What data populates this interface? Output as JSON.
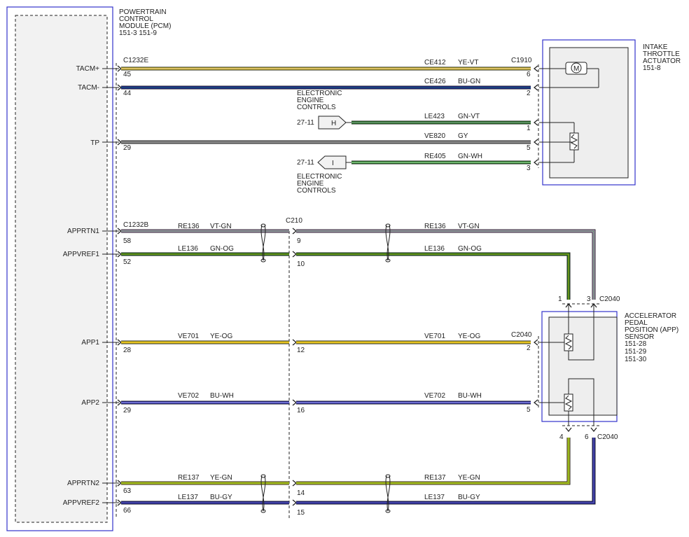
{
  "pcm": {
    "title": [
      "POWERTRAIN",
      "CONTROL",
      "MODULE (PCM)",
      "151-3   151-9"
    ],
    "pins": {
      "tacm_plus": "TACM+",
      "tacm_minus": "TACM-",
      "tp": "TP",
      "apprtn1": "APPRTN1",
      "appvref1": "APPVREF1",
      "app1": "APP1",
      "app2": "APP2",
      "apprtn2": "APPRTN2",
      "appvref2": "APPVREF2"
    }
  },
  "throttle": {
    "title": [
      "INTAKE",
      "THROTTLE",
      "ACTUATOR",
      "151-8"
    ],
    "connector": "C1910",
    "motor_symbol": "M"
  },
  "app_sensor": {
    "title": [
      "ACCELERATOR",
      "PEDAL",
      "POSITION (APP)",
      "SENSOR",
      "151-28",
      "151-29",
      "151-30"
    ],
    "connector_top": "C2040",
    "connector_right": "C2040",
    "connector_bottom": "C2040"
  },
  "connectors": {
    "pcm_top": "C1232E",
    "pcm_bottom": "C1232B",
    "inline": "C210"
  },
  "eec": {
    "label_top": [
      "ELECTRONIC",
      "ENGINE",
      "CONTROLS"
    ],
    "label_bottom": [
      "ELECTRONIC",
      "ENGINE",
      "CONTROLS"
    ],
    "ref_h": "27-11",
    "ref_i": "27-11",
    "tag_h": "H",
    "tag_i": "I"
  },
  "colors": {
    "frame": "#3333cc",
    "yellow": "#e8d820",
    "blue": "#1a1ab8",
    "green": "#1a8a1a",
    "violet": "#c89ad8",
    "gray": "#7a7a7a",
    "ground_fill": "#eeeeee"
  },
  "circuits": [
    {
      "id": "ce412",
      "circuit": "CE412",
      "color": "YE-VT",
      "pin_pcm": "45",
      "pin_dev": "6"
    },
    {
      "id": "ce426",
      "circuit": "CE426",
      "color": "BU-GN",
      "pin_pcm": "44",
      "pin_dev": "2"
    },
    {
      "id": "le423",
      "circuit": "LE423",
      "color": "GN-VT",
      "pin_dev": "1"
    },
    {
      "id": "ve820",
      "circuit": "VE820",
      "color": "GY",
      "pin_pcm": "29",
      "pin_dev": "5"
    },
    {
      "id": "re405",
      "circuit": "RE405",
      "color": "GN-WH",
      "pin_dev": "3"
    },
    {
      "id": "re136",
      "circuit": "RE136",
      "color": "VT-GN",
      "pin_pcm": "58",
      "pin_mid": "9",
      "pin_dev": "3"
    },
    {
      "id": "le136",
      "circuit": "LE136",
      "color": "GN-OG",
      "pin_pcm": "52",
      "pin_mid": "10",
      "pin_dev": "1"
    },
    {
      "id": "ve701",
      "circuit": "VE701",
      "color": "YE-OG",
      "pin_pcm": "28",
      "pin_mid": "12",
      "pin_dev": "2"
    },
    {
      "id": "ve702",
      "circuit": "VE702",
      "color": "BU-WH",
      "pin_pcm": "29",
      "pin_mid": "16",
      "pin_dev": "5"
    },
    {
      "id": "re137",
      "circuit": "RE137",
      "color": "YE-GN",
      "pin_pcm": "63",
      "pin_mid": "14",
      "pin_dev": "4"
    },
    {
      "id": "le137",
      "circuit": "LE137",
      "color": "BU-GY",
      "pin_pcm": "66",
      "pin_mid": "15",
      "pin_dev": "6"
    }
  ]
}
